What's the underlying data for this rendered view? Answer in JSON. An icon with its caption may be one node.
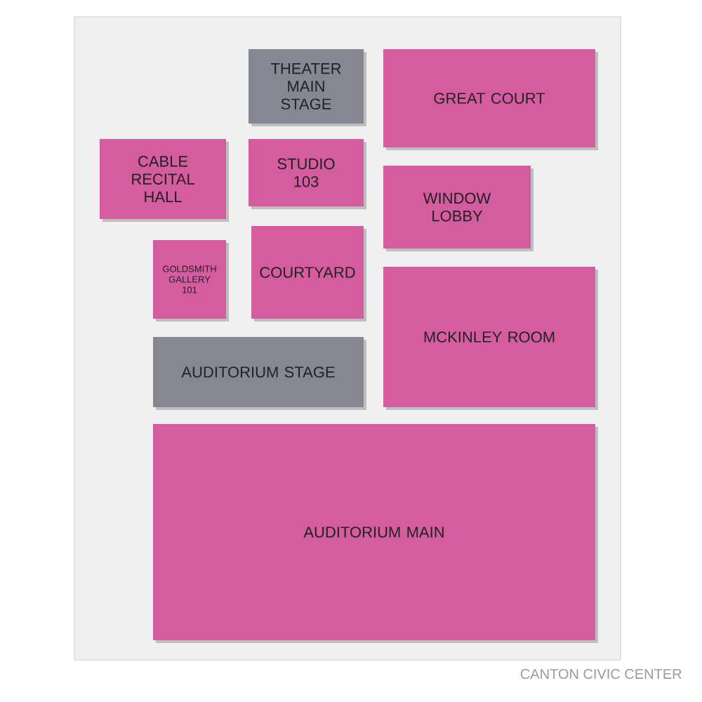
{
  "diagram": {
    "nodes": [
      {
        "text": [
          "THEATER MAIN STAGE"
        ]
      },
      {
        "text": [
          "GREAT COURT"
        ]
      },
      {
        "text": [
          "CABLE RECITAL HALL"
        ]
      },
      {
        "text": [
          "STUDIO 103"
        ]
      },
      {
        "text": [
          "WINDOW LOBBY"
        ]
      },
      {
        "text": [
          "GOLDSMITH GALLERY 101"
        ]
      },
      {
        "text": [
          "COURTYARD"
        ]
      },
      {
        "text": [
          "MCKINLEY ROOM"
        ]
      },
      {
        "text": [
          "AUDITORIUM STAGE"
        ]
      },
      {
        "text": [
          "AUDITORIUM MAIN"
        ]
      }
    ],
    "labels": [
      "CANTON CIVIC CENTER"
    ]
  }
}
